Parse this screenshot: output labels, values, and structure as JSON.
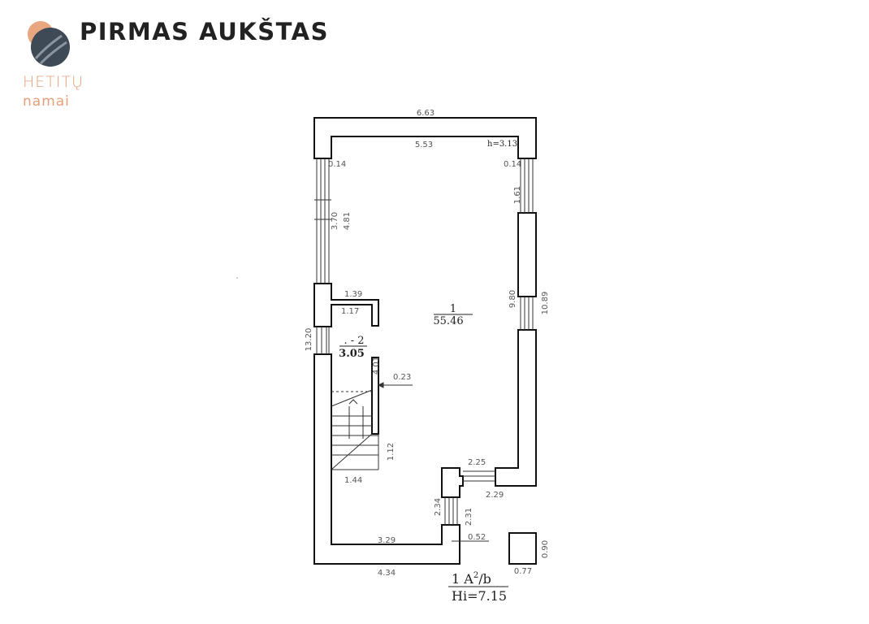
{
  "header": {
    "title": "PIRMAS AUKŠTAS",
    "logo_line1": "HETITŲ",
    "logo_line2": "namai",
    "logo_colors": {
      "orange": "#e8a77f",
      "slate": "#3f4a57"
    }
  },
  "plan": {
    "ceiling_height": "h=3.13",
    "rooms": [
      {
        "number": "1",
        "area": "55.46"
      },
      {
        "number": ". - 2",
        "area": "3.05"
      }
    ],
    "dimensions": {
      "top_outer": "6.63",
      "top_inner": "5.53",
      "wall_left_top": "0.14",
      "wall_right_top": "0.14",
      "window_right_top": "1.61",
      "window_left": "3.70",
      "left_upper": "4.81",
      "right_inner": "9.80",
      "right_outer": "10.89",
      "left_outer": "13.20",
      "partition_outer": "1.39",
      "partition_inner": "1.17",
      "partition_length": "4.01",
      "partition_thickness": "0.23",
      "stair_height": "1.12",
      "stair_width": "1.44",
      "entry_top": "2.25",
      "entry_bottom": "2.29",
      "notch_left": "2.34",
      "notch_right": "2.31",
      "notch_wall": "0.52",
      "bottom_inner": "3.29",
      "bottom_outer": "4.34",
      "column_width": "0.77",
      "column_height": "0.90"
    },
    "legend_top": "1  A",
    "legend_sup": "2",
    "legend_suffix": "/b",
    "legend_bottom": "Hi=7.15"
  }
}
